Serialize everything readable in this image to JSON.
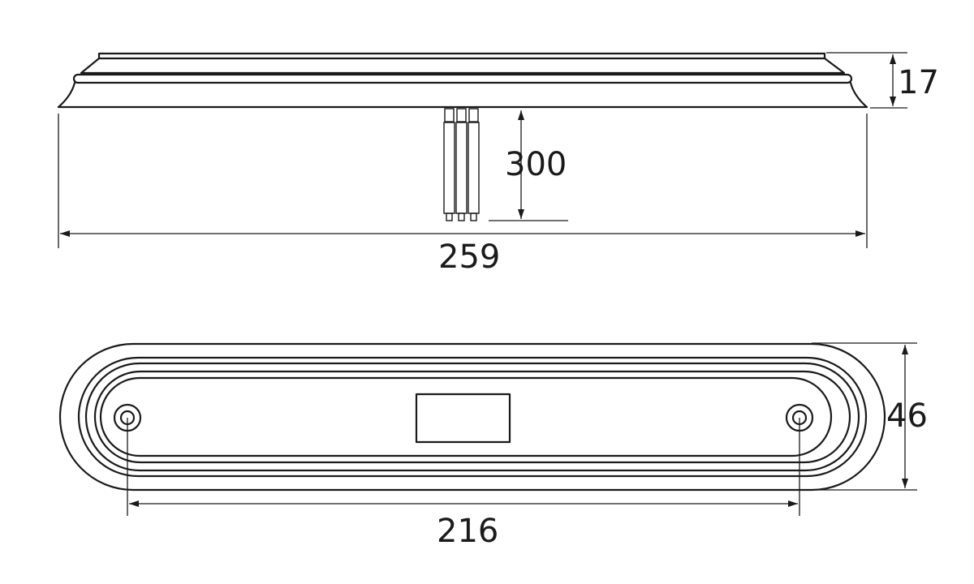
{
  "dimensions": {
    "side_height": "17",
    "cable_length": "300",
    "overall_length": "259",
    "width": "46",
    "hole_spacing": "216"
  },
  "colors": {
    "line": "#1a1a1a",
    "background": "#ffffff"
  }
}
